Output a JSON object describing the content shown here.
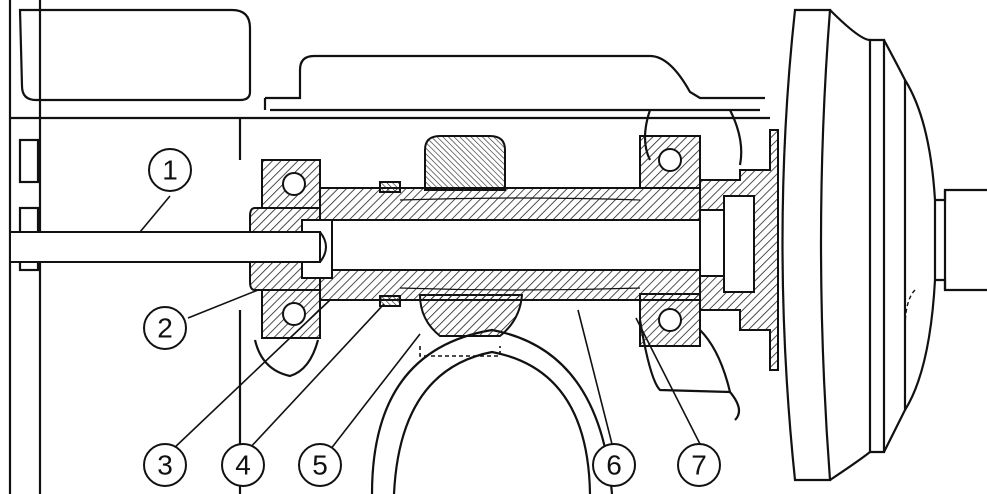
{
  "callouts": [
    {
      "id": "c1",
      "label": "1"
    },
    {
      "id": "c2",
      "label": "2"
    },
    {
      "id": "c3",
      "label": "3"
    },
    {
      "id": "c4",
      "label": "4"
    },
    {
      "id": "c5",
      "label": "5"
    },
    {
      "id": "c6",
      "label": "6"
    },
    {
      "id": "c7",
      "label": "7"
    }
  ],
  "colors": {
    "ink": "#111111",
    "paper": "#ffffff",
    "hatch": "#222222"
  }
}
